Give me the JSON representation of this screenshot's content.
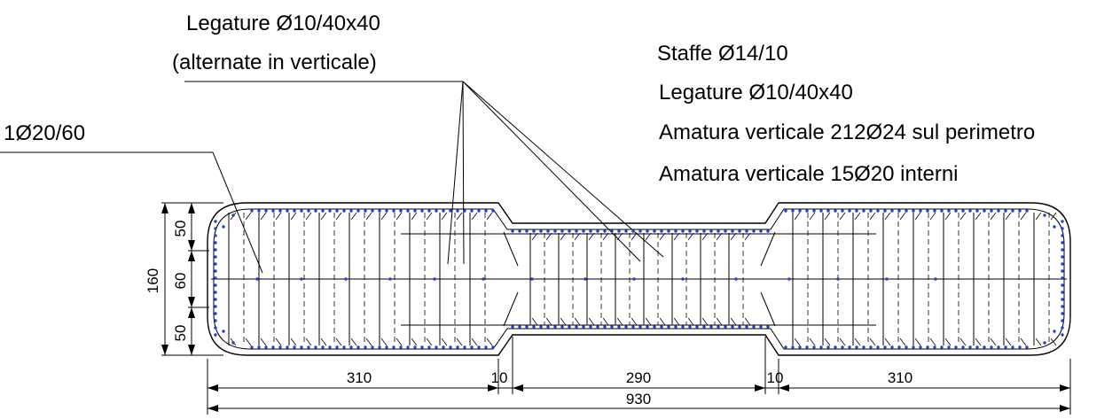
{
  "labels": {
    "legature_top_line1": "Legature Ø10/40x40",
    "legature_top_line2": "(alternate in verticale)",
    "left_bar": "1Ø20/60",
    "staffe": "Staffe Ø14/10",
    "legature_right": "Legature Ø10/40x40",
    "armatura_perimetro": "Amatura verticale 212Ø24 sul perimetro",
    "armatura_interni": "Amatura verticale 15Ø20 interni"
  },
  "dimensions": {
    "horizontal": [
      "310",
      "10",
      "290",
      "10",
      "310"
    ],
    "total": "930",
    "vertical": [
      "50",
      "60",
      "50"
    ],
    "vertical_total": "160"
  },
  "colors": {
    "line": "#000000",
    "rebar_dots": "#1f3fd6",
    "background": "#ffffff"
  }
}
